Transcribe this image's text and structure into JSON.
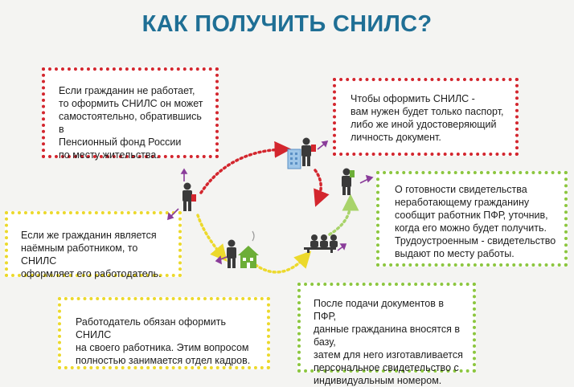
{
  "title": "КАК ПОЛУЧИТЬ СНИЛС?",
  "colors": {
    "title": "#1f6f95",
    "red_border": "#d3262e",
    "yellow_border": "#ecd92c",
    "green_border": "#8cc63f",
    "figure": "#3a3a3a",
    "tie_red": "#d3262e",
    "house_green": "#6cae37",
    "arrow_purple": "#8a3c9a"
  },
  "boxes": {
    "unemployed": "Если гражданин не работает,\nто оформить СНИЛС он может\nсамостоятельно, обратившись в\nПенсионный фонд России\nпо месту жительства.",
    "passport": "Чтобы оформить СНИЛС -\nвам нужен будет только паспорт,\nлибо же иной удостоверяющий\nличность документ.",
    "employed": "Если же гражданин является\nнаёмным работником, то СНИЛС\nоформляет его работодатель.",
    "readiness": "О готовности свидетельства\nнеработающему гражданину\nсообщит работник ПФР, уточнив,\nкогда его можно будет получить.\nТрудоустроенным - свидетельство\nвыдают по месту работы.",
    "employer": "Работодатель обязан оформить СНИЛС\nна своего работника. Этим вопросом\nполностью занимается отдел кадров.",
    "submission": "После подачи документов в ПФР,\nданные гражданина вносятся в базу,\nзатем для него изготавливается\nперсональное свидетельство с\nиндивидуальным номером."
  },
  "icons": {
    "citizen": "person-icon",
    "office_visit": "person-building-icon",
    "house": "person-house-icon",
    "staff": "pfr-staff-icon",
    "receive": "person-document-icon"
  }
}
